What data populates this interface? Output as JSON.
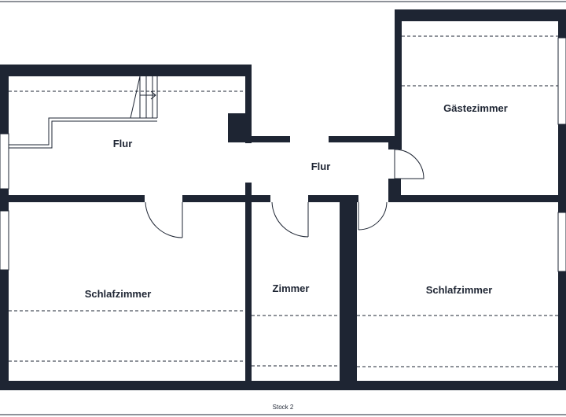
{
  "plan": {
    "rooms": {
      "flur_left": "Flur",
      "flur_center": "Flur",
      "gaestezimmer": "Gästezimmer",
      "schlafzimmer_left": "Schlafzimmer",
      "zimmer": "Zimmer",
      "schlafzimmer_right": "Schlafzimmer"
    },
    "floor_label": "Stock 2"
  }
}
